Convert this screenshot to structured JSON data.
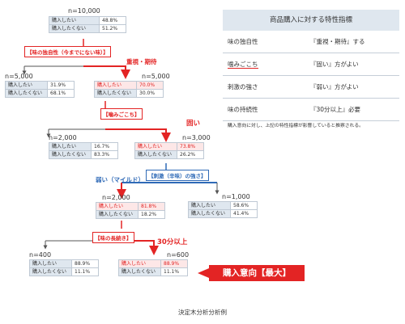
{
  "tree": {
    "root": {
      "n": "n=10,000",
      "rows": [
        [
          "購入したい",
          "48.8%"
        ],
        [
          "購入したくない",
          "51.2%"
        ]
      ]
    },
    "split1": {
      "label": "【味の独自性（今までにない味）】"
    },
    "level1": {
      "left": {
        "n": "n=5,000",
        "rows": [
          [
            "購入したい",
            "31.9%"
          ],
          [
            "購入したくない",
            "68.1%"
          ]
        ]
      },
      "right": {
        "n": "n=5,000",
        "annotation": "重視・期待",
        "rows": [
          [
            "購入したい",
            "70.0%"
          ],
          [
            "購入したくない",
            "30.0%"
          ]
        ]
      }
    },
    "split2": {
      "label": "【噛みごこち】"
    },
    "level2": {
      "left": {
        "n": "n=2,000",
        "rows": [
          [
            "購入したい",
            "16.7%"
          ],
          [
            "購入したくない",
            "83.3%"
          ]
        ]
      },
      "right": {
        "n": "n=3,000",
        "annotation": "固い",
        "rows": [
          [
            "購入したい",
            "73.8%"
          ],
          [
            "購入したくない",
            "26.2%"
          ]
        ]
      }
    },
    "split3": {
      "label": "【刺激（辛味）の強さ】",
      "annotation": "弱い（マイルド）"
    },
    "level3": {
      "left": {
        "n": "n=2,000",
        "rows": [
          [
            "購入したい",
            "81.8%"
          ],
          [
            "購入したくない",
            "18.2%"
          ]
        ]
      },
      "right": {
        "n": "n=1,000",
        "rows": [
          [
            "購入したい",
            "58.6%"
          ],
          [
            "購入したくない",
            "41.4%"
          ]
        ]
      }
    },
    "split4": {
      "label": "【味の長続き】"
    },
    "level4": {
      "left": {
        "n": "n=400",
        "rows": [
          [
            "購入したい",
            "88.9%"
          ],
          [
            "購入したくない",
            "11.1%"
          ]
        ]
      },
      "right": {
        "n": "n=600",
        "annotation": "30分以上",
        "rows": [
          [
            "購入したい",
            "88.9%"
          ],
          [
            "購入したくない",
            "11.1%"
          ]
        ]
      }
    },
    "result": "購入意向【最大】"
  },
  "panel": {
    "title": "商品購入に対する特性指標",
    "rows": [
      {
        "key": "味の独自性",
        "value": "『重視・期待』する",
        "underline": false
      },
      {
        "key": "噛みごこち",
        "value": "『固い』方がよい",
        "underline": true
      },
      {
        "key": "刺激の強さ",
        "value": "『弱い』方がよい",
        "underline": false
      },
      {
        "key": "味の持続性",
        "value": "『30分以上』必要",
        "underline": false
      }
    ],
    "note": "購入意向に対し、上記の特性指標が影響していると推察される。"
  },
  "caption": "決定木分析分析例",
  "colors": {
    "accent_red": "#e32424",
    "accent_blue": "#2f6ab7",
    "header_bg": "#dfe7ef"
  }
}
